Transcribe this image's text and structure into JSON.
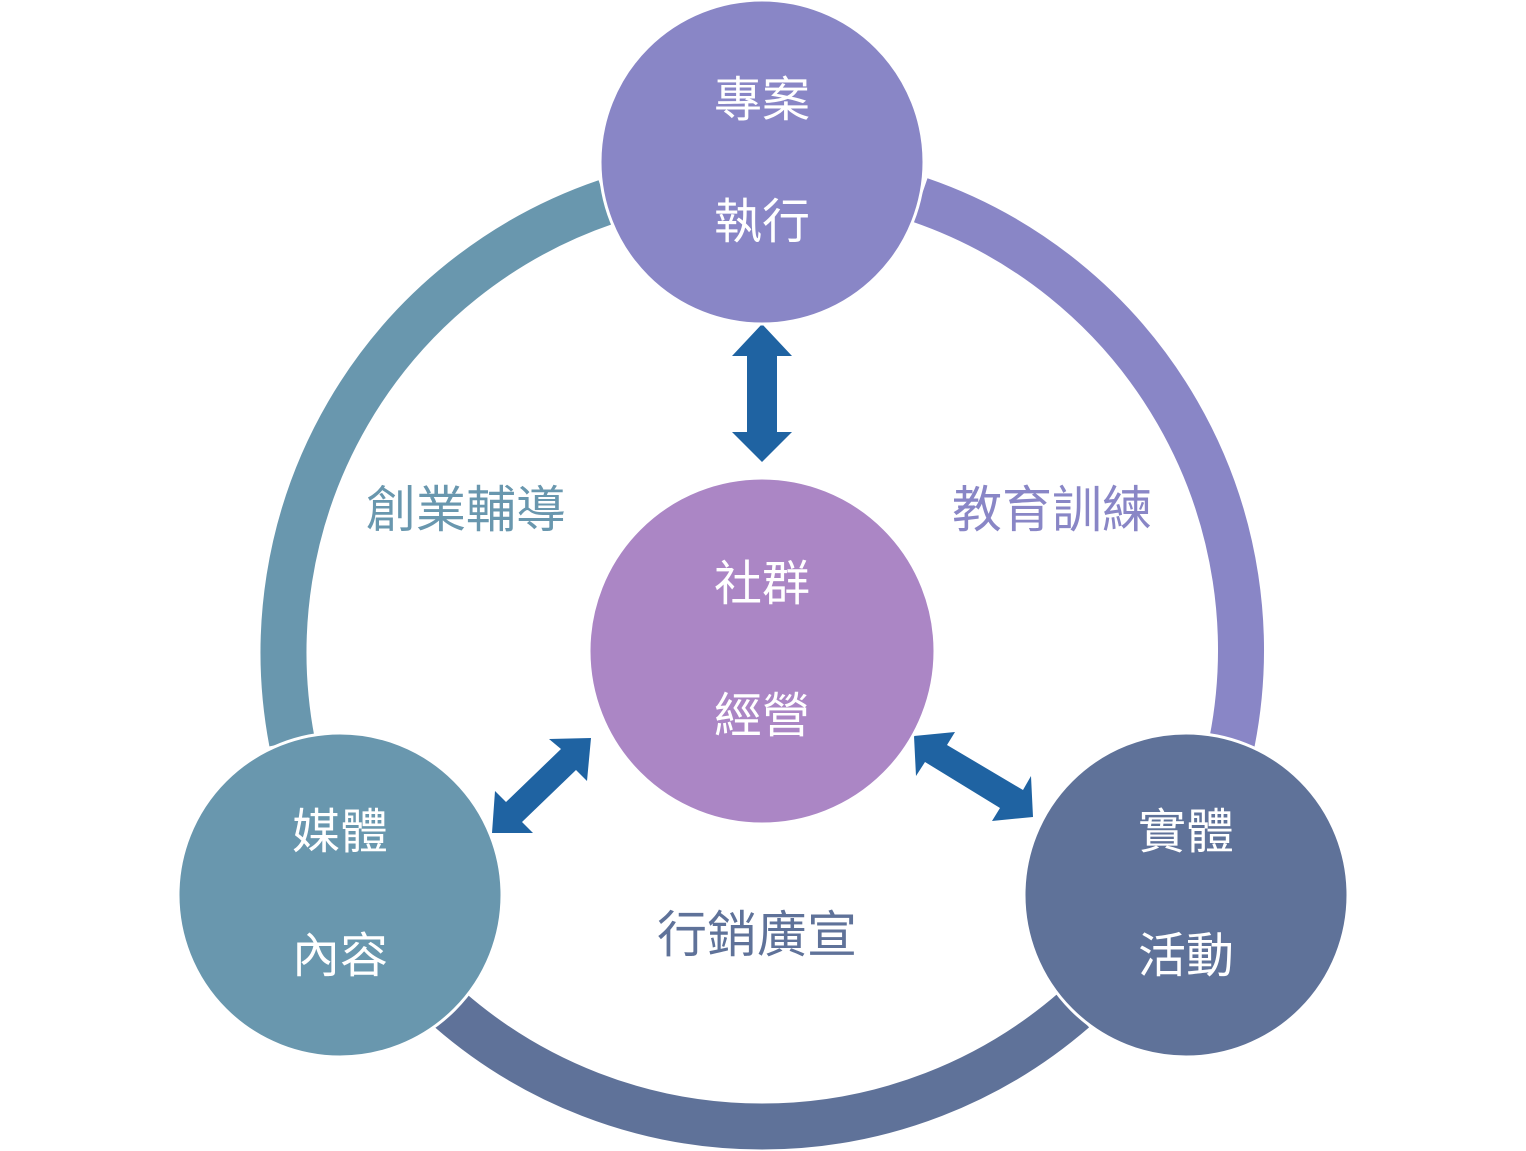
{
  "colors": {
    "arc_left": "#6997ae",
    "arc_right": "#8986c6",
    "arc_bottom": "#5f7299",
    "node_top": "#8986c6",
    "node_center": "#ab86c5",
    "node_left": "#6997ae",
    "node_right": "#5f7299",
    "arrow": "#1f63a2",
    "label_left": "#6997ae",
    "label_right": "#8986c6",
    "label_bottom": "#5f7299"
  },
  "nodes": {
    "top": {
      "line1": "專案",
      "line2": "執行"
    },
    "center": {
      "line1": "社群",
      "line2": "經營"
    },
    "left": {
      "line1": "媒體",
      "line2": "內容"
    },
    "right": {
      "line1": "實體",
      "line2": "活動"
    }
  },
  "edges": {
    "left": "創業輔導",
    "right": "教育訓練",
    "bottom": "行銷廣宣"
  }
}
